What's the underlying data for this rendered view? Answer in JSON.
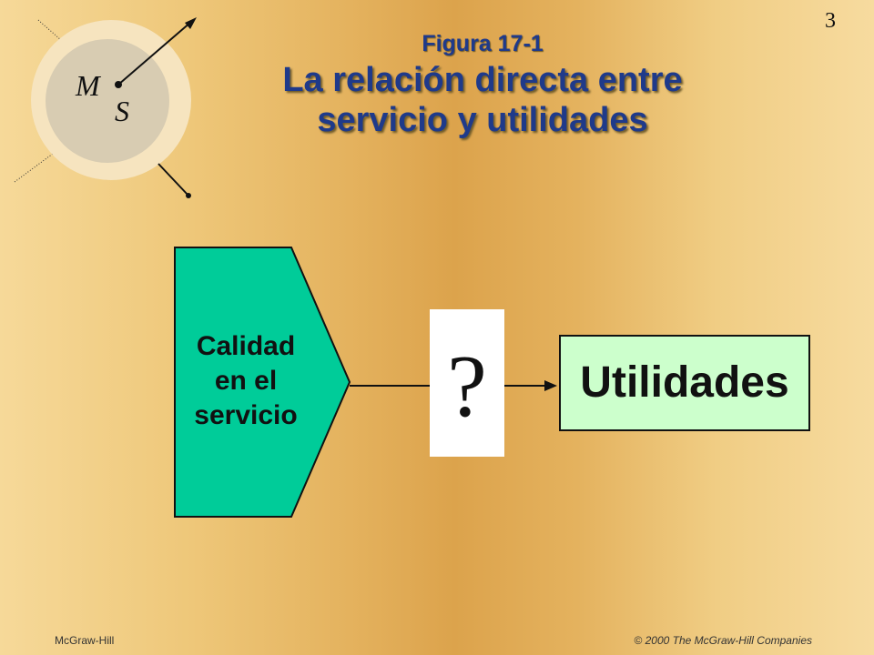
{
  "slide_number": "3",
  "figure_label": "Figura 17-1",
  "title_line1": "La relación directa entre",
  "title_line2": "servicio y utilidades",
  "logo": {
    "letter_m": "M",
    "letter_s": "S"
  },
  "diagram": {
    "input_line1": "Calidad",
    "input_line2": "en el",
    "input_line3": "servicio",
    "question": "?",
    "output": "Utilidades"
  },
  "colors": {
    "title": "#1f3a8a",
    "input_shape": "#00cc99",
    "output_box": "#ccffcc"
  },
  "footer_left": "McGraw-Hill",
  "footer_right": "© 2000 The McGraw-Hill Companies"
}
